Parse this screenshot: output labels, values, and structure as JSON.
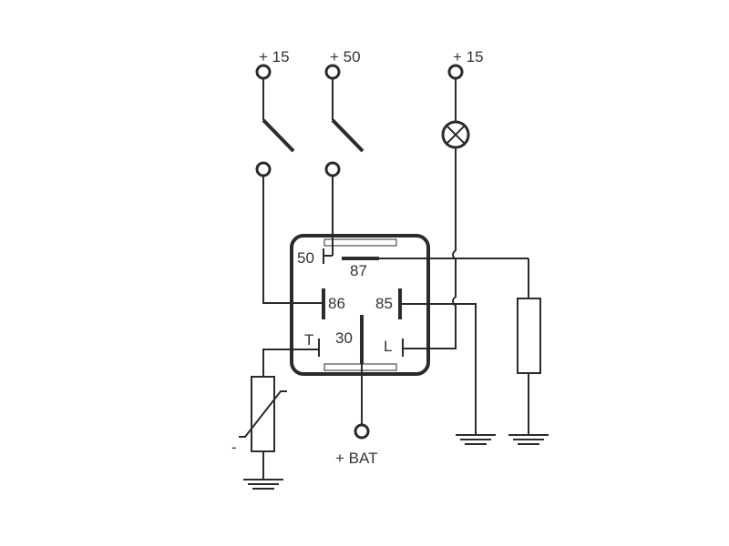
{
  "terminals": {
    "supply_left": "+ 15",
    "supply_start": "+ 50",
    "supply_lamp": "+ 15",
    "battery": "+ BAT"
  },
  "relay_pins": {
    "p50": "50",
    "p87": "87",
    "p86": "86",
    "p85": "85",
    "p30": "30",
    "pT": "T",
    "pL": "L"
  },
  "sensor_sign": "-",
  "colors": {
    "line": "#2b2b2b",
    "text": "#333333",
    "background": "#ffffff"
  }
}
